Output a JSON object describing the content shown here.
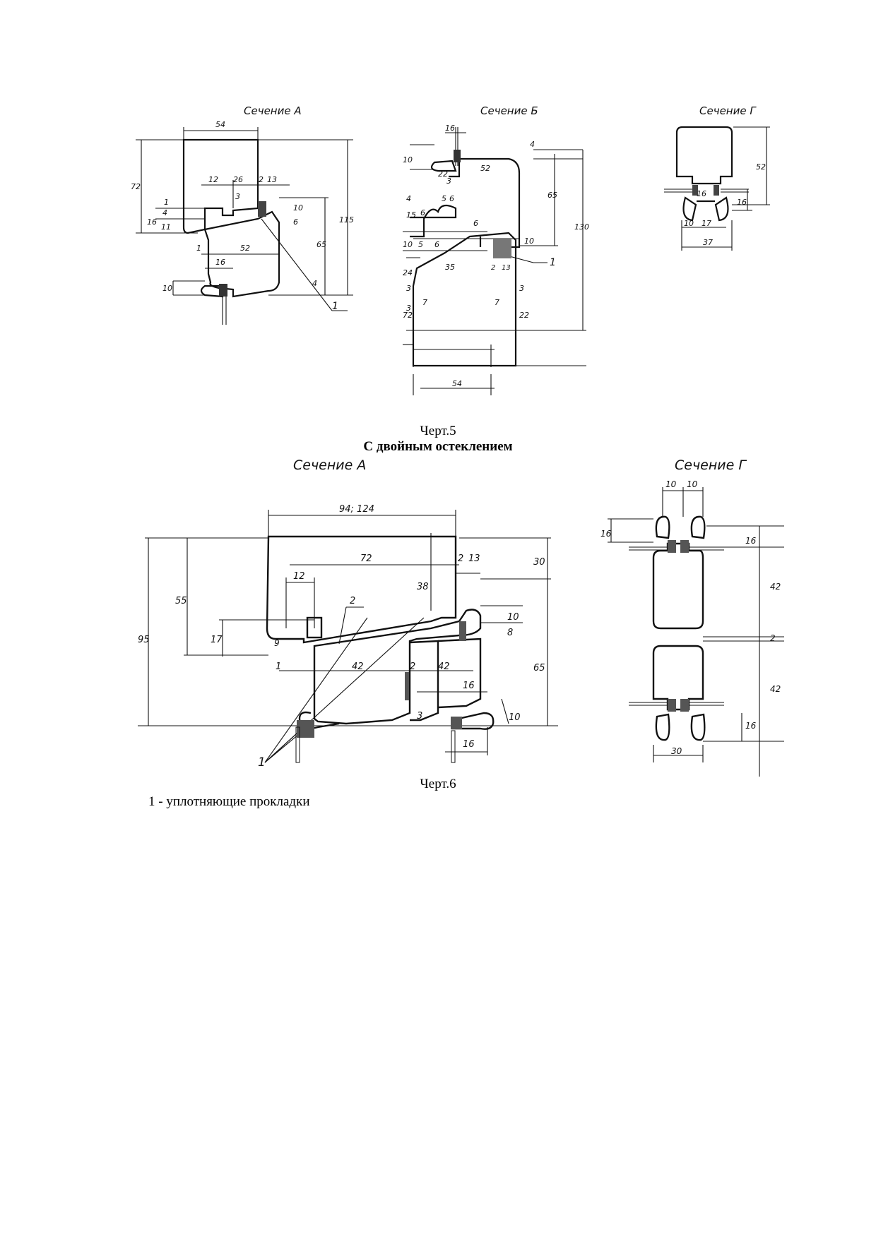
{
  "figure5": {
    "section_a": {
      "title": "Сечение А",
      "dims": {
        "top_width": "54",
        "h72": "72",
        "h115": "115",
        "h65": "65",
        "h16": "16",
        "h11": "11",
        "h4": "4",
        "h1": "1",
        "w12": "12",
        "w26": "26",
        "w2": "2",
        "w13": "13",
        "w3": "3",
        "h10": "10",
        "h6": "6",
        "w1": "1",
        "w52": "52",
        "w16": "16",
        "h10b": "10",
        "h4b": "4",
        "leader": "1"
      }
    },
    "section_b": {
      "title": "Сечение Б",
      "dims": {
        "w16": "16",
        "h10": "10",
        "h4": "4",
        "w22": "22",
        "w52": "52",
        "w3": "3",
        "h65": "65",
        "h130": "130",
        "h4b": "4",
        "h15": "15",
        "w5": "5",
        "w6": "6",
        "w6b": "6",
        "w6c": "6",
        "h10b": "10",
        "w5b": "5",
        "w6d": "6",
        "h10c": "10",
        "h24": "24",
        "w35": "35",
        "h72": "72",
        "w3b": "3",
        "h3": "3",
        "w7": "7",
        "w7b": "7",
        "h3b": "3",
        "h22": "22",
        "w54": "54",
        "leader": "1",
        "w2": "2",
        "w13": "13"
      }
    },
    "section_g": {
      "title": "Сечение Г",
      "dims": {
        "h52": "52",
        "h16": "16",
        "h16b": "16",
        "w10": "10",
        "w17": "17",
        "w37": "37"
      }
    },
    "caption": "Черт.5"
  },
  "subheading": "С двойным остеклением",
  "figure6": {
    "section_a": {
      "title": "Сечение А",
      "dims": {
        "w_top": "94; 124",
        "h95": "95",
        "h55": "55",
        "w72": "72",
        "w2": "2",
        "w13": "13",
        "h30": "30",
        "w12": "12",
        "h38": "38",
        "l2": "2",
        "h17": "17",
        "h10": "10",
        "h8": "8",
        "h9": "9",
        "w1": "1",
        "w42": "42",
        "w2b": "2",
        "w42b": "42",
        "h65": "65",
        "w16": "16",
        "w3": "3",
        "h10b": "10",
        "w16b": "16",
        "leader": "1"
      }
    },
    "section_g": {
      "title": "Сечение Г",
      "dims": {
        "w10": "10",
        "w10b": "10",
        "h16": "16",
        "h16b": "16",
        "h42": "42",
        "h2": "2",
        "h42b": "42",
        "h16c": "16",
        "w30": "30"
      }
    },
    "caption": "Черт.6"
  },
  "legend": "1 - уплотняющие прокладки"
}
